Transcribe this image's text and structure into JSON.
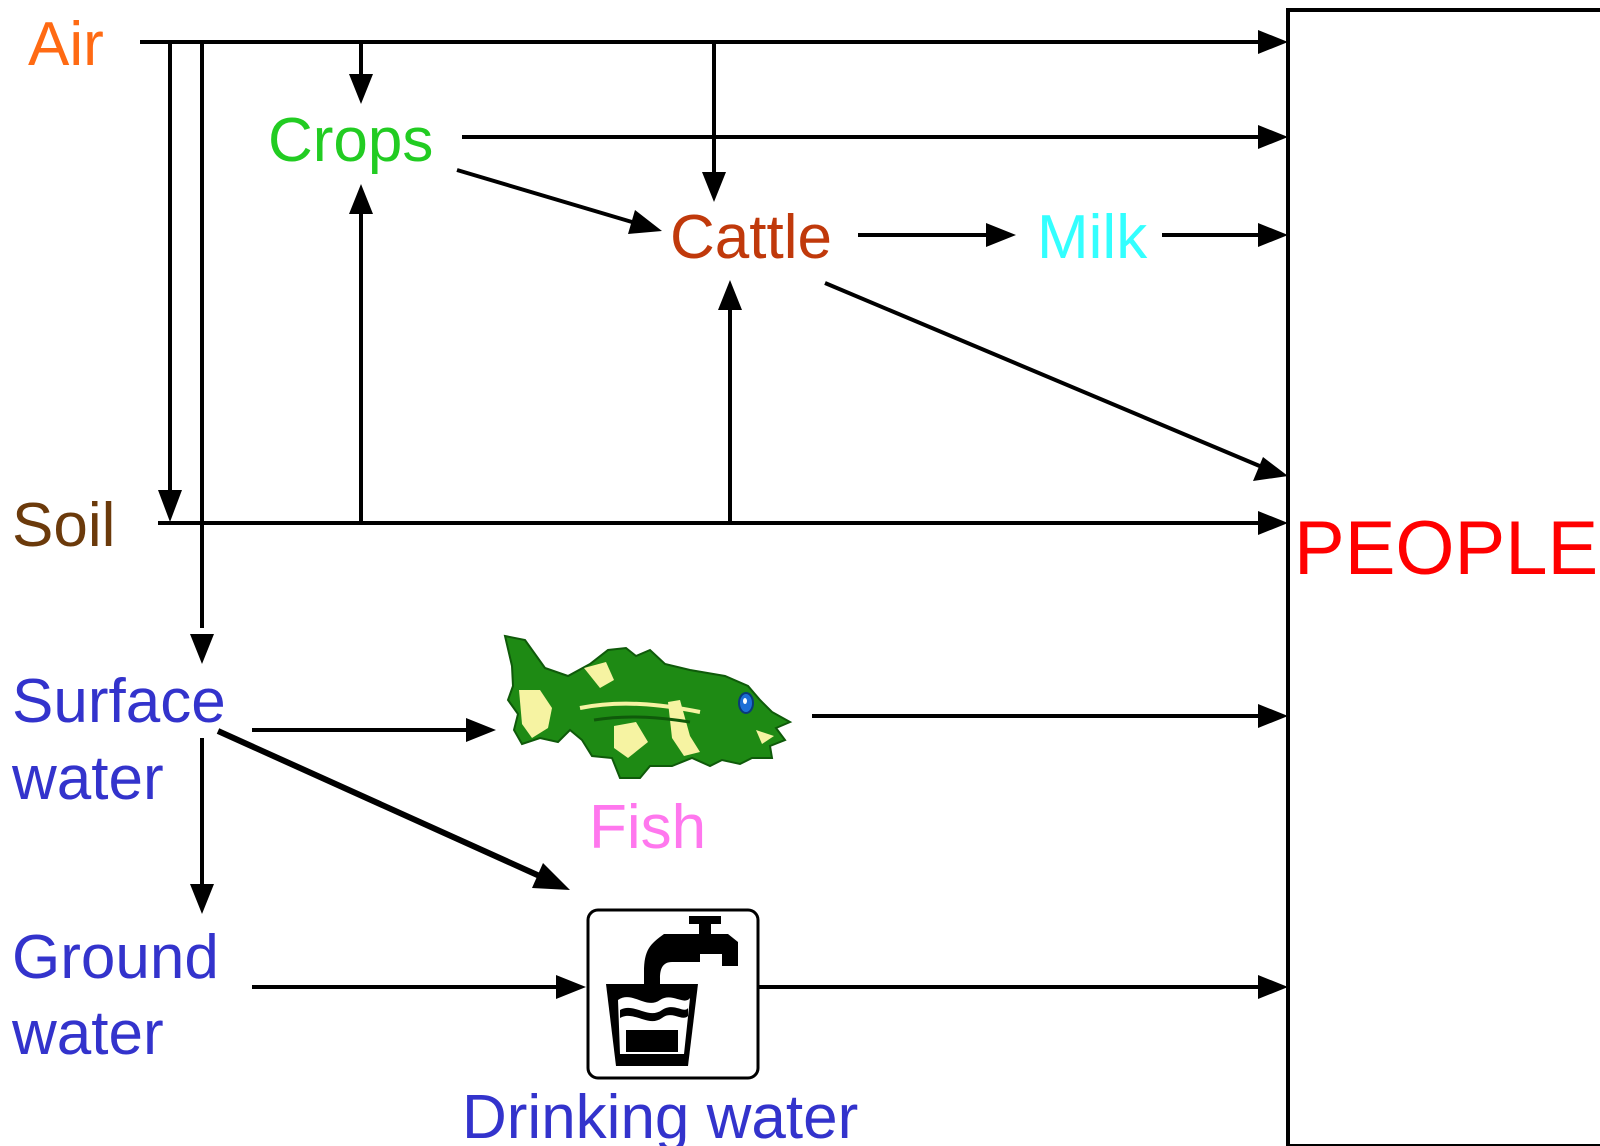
{
  "nodes": {
    "air": {
      "label": "Air"
    },
    "crops": {
      "label": "Crops"
    },
    "cattle": {
      "label": "Cattle"
    },
    "milk": {
      "label": "Milk"
    },
    "soil": {
      "label": "Soil"
    },
    "surface_water": {
      "label_line1": "Surface",
      "label_line2": "water"
    },
    "fish": {
      "label": "Fish"
    },
    "ground_water": {
      "label_line1": "Ground",
      "label_line2": "water"
    },
    "drinking_water": {
      "label": "Drinking water"
    },
    "people": {
      "label": "PEOPLE"
    }
  },
  "colors": {
    "air": "#FF6A13",
    "crops": "#22CC22",
    "cattle": "#C0390B",
    "milk": "#33FFFF",
    "soil": "#6B3A0B",
    "water": "#3333CC",
    "fish": "#FF77EE",
    "people": "#FF0000"
  },
  "icons": {
    "fish": "fish-icon",
    "drinking_water": "water-tap-glass-icon"
  },
  "edges": [
    {
      "from": "Air",
      "to": "PEOPLE"
    },
    {
      "from": "Air",
      "to": "Crops"
    },
    {
      "from": "Air",
      "to": "Cattle"
    },
    {
      "from": "Air",
      "to": "Soil"
    },
    {
      "from": "Air",
      "to": "Surface water"
    },
    {
      "from": "Crops",
      "to": "PEOPLE"
    },
    {
      "from": "Crops",
      "to": "Cattle"
    },
    {
      "from": "Cattle",
      "to": "Milk"
    },
    {
      "from": "Milk",
      "to": "PEOPLE"
    },
    {
      "from": "Cattle",
      "to": "PEOPLE"
    },
    {
      "from": "Soil",
      "to": "Crops"
    },
    {
      "from": "Soil",
      "to": "Cattle"
    },
    {
      "from": "Soil",
      "to": "PEOPLE"
    },
    {
      "from": "Surface water",
      "to": "Fish"
    },
    {
      "from": "Surface water",
      "to": "Drinking water"
    },
    {
      "from": "Surface water",
      "to": "Ground water"
    },
    {
      "from": "Fish",
      "to": "PEOPLE"
    },
    {
      "from": "Ground water",
      "to": "Drinking water"
    },
    {
      "from": "Drinking water",
      "to": "PEOPLE"
    }
  ]
}
